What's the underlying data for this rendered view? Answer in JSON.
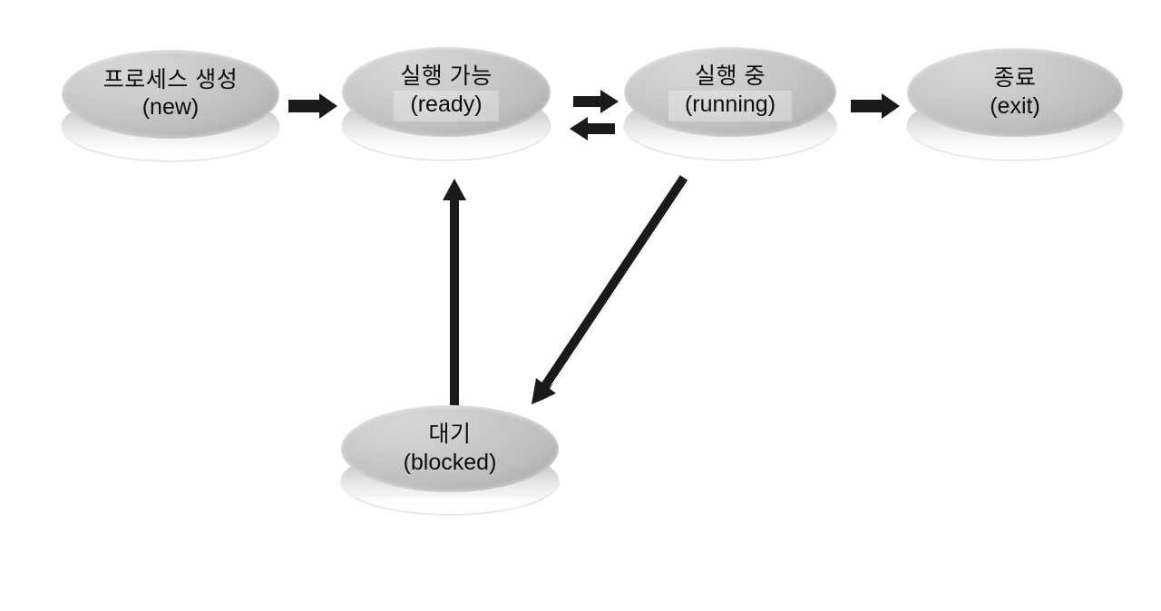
{
  "diagram": {
    "title": "Process State Transition Diagram",
    "type": "state-diagram",
    "background_color": "#ffffff",
    "node_fill_color": "#c8c8c8",
    "node_base_color": "#eeeeee",
    "arrow_color": "#1a1a1a",
    "text_color": "#0d0d0d",
    "nodes": [
      {
        "id": "new",
        "label_kr": "프로세스 생성",
        "label_en": "(new)",
        "boxed": false
      },
      {
        "id": "ready",
        "label_kr": "실행 가능",
        "label_en": "(ready)",
        "boxed": true
      },
      {
        "id": "running",
        "label_kr": "실행 중",
        "label_en": "(running)",
        "boxed": true
      },
      {
        "id": "exit",
        "label_kr": "종료",
        "label_en": "(exit)",
        "boxed": false
      },
      {
        "id": "blocked",
        "label_kr": "대기",
        "label_en": "(blocked)",
        "boxed": false
      }
    ],
    "edges": [
      {
        "id": "new-to-ready",
        "from": "new",
        "to": "ready",
        "style": "straight-horizontal",
        "direction": "right"
      },
      {
        "id": "ready-to-running",
        "from": "ready",
        "to": "running",
        "style": "straight-horizontal",
        "direction": "right"
      },
      {
        "id": "running-to-ready",
        "from": "running",
        "to": "ready",
        "style": "straight-horizontal",
        "direction": "left"
      },
      {
        "id": "running-to-exit",
        "from": "running",
        "to": "exit",
        "style": "straight-horizontal",
        "direction": "right"
      },
      {
        "id": "blocked-to-ready",
        "from": "blocked",
        "to": "ready",
        "style": "straight-vertical",
        "direction": "up"
      },
      {
        "id": "running-to-blocked",
        "from": "running",
        "to": "blocked",
        "style": "diagonal",
        "direction": "down-left"
      }
    ]
  }
}
